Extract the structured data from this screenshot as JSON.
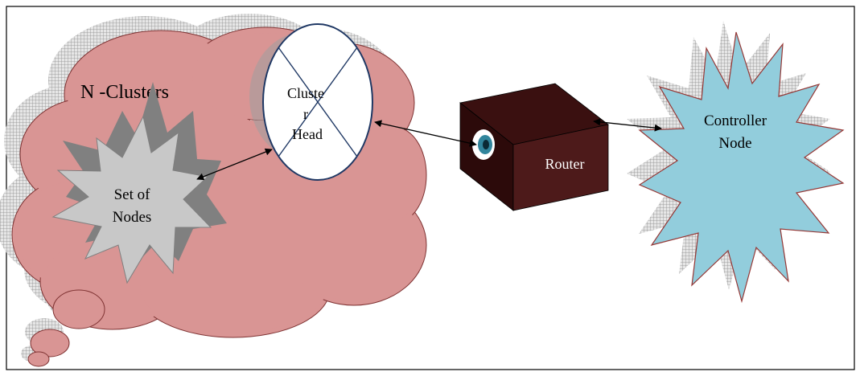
{
  "cluster": {
    "label": "N -Clusters",
    "fill": "#d99594",
    "shadow": "#b3b3b3"
  },
  "cluster_head": {
    "line1": "Cluste",
    "line2": "r",
    "line3": "Head"
  },
  "nodes": {
    "line1": "Set of",
    "line2": "Nodes",
    "fill": "#c8c8c8"
  },
  "router": {
    "label": "Router",
    "fill": "#4d1a1a"
  },
  "controller": {
    "line1": "Controller",
    "line2": "Node",
    "fill": "#92cddc"
  }
}
